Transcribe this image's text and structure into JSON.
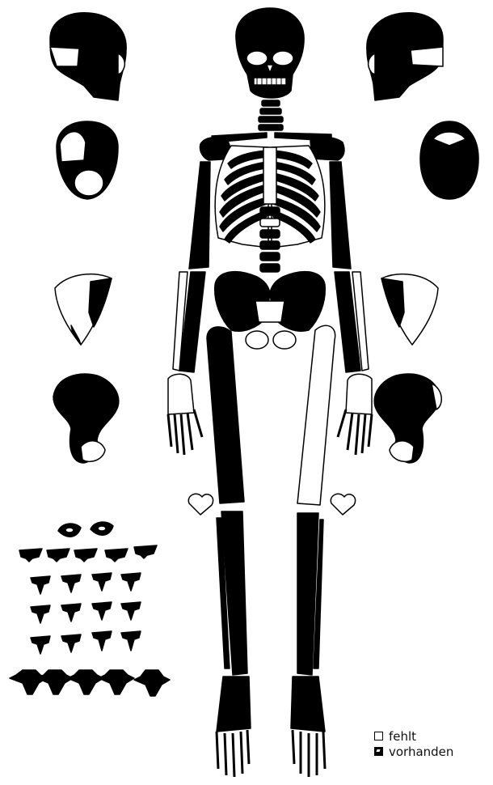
{
  "legend": {
    "items": [
      {
        "label": "fehlt",
        "meaning": "missing",
        "swatch": "white"
      },
      {
        "label": "vorhanden",
        "meaning": "present",
        "swatch": "black"
      }
    ]
  },
  "colors": {
    "present": "#000000",
    "missing": "#ffffff",
    "outline": "#000000"
  }
}
